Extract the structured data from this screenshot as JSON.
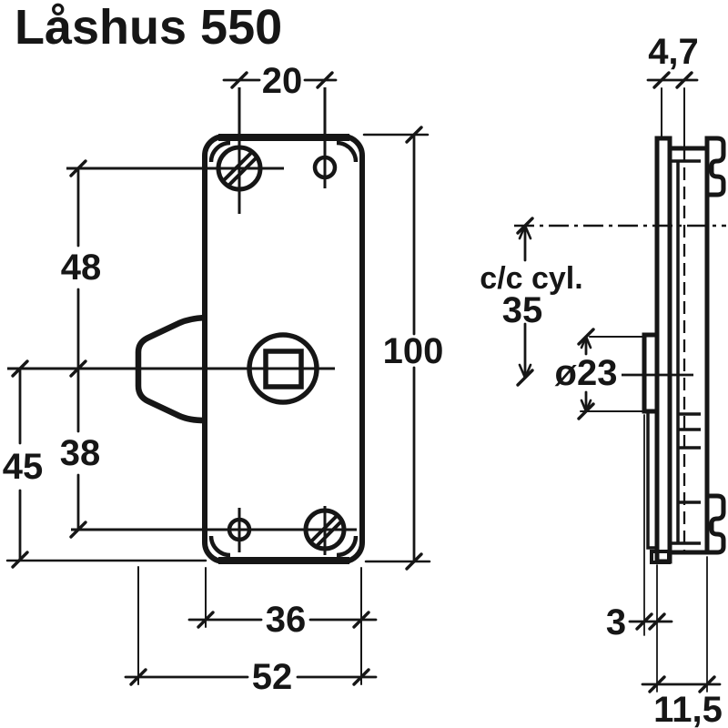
{
  "title": "Låshus 550",
  "colors": {
    "ink": "#161616",
    "paper": "#ffffff"
  },
  "front_view": {
    "description": "front elevation of lock case 550 with faceplate, two slotted screws, two cross-marked holes and square spindle hub",
    "dims": {
      "hole_spacing_top": "20",
      "screw_to_spindle": "48",
      "total_height": "100",
      "spindle_to_lower_holes": "38",
      "spindle_to_bottom_edge": "45",
      "faceplate_width": "36",
      "overall_width": "52"
    }
  },
  "side_view": {
    "description": "side profile of lock case showing faceplate, cylinder collar and fixing tabs",
    "dims": {
      "faceplate_offset": "4,7",
      "cyl_label": "c/c cyl.",
      "cyl_distance": "35",
      "collar_diameter": "ø23",
      "collar_projection": "3",
      "case_depth": "11,5"
    }
  }
}
